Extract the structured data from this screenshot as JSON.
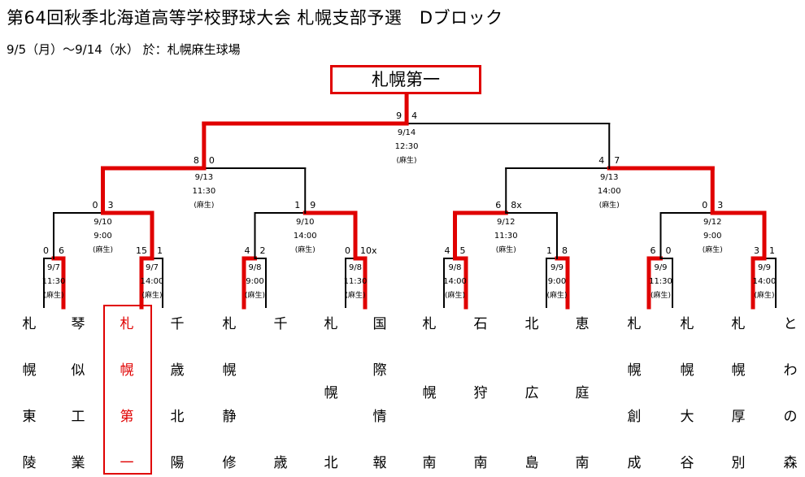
{
  "header": {
    "title": "第64回秋季北海道高等学校野球大会 札幌支部予選　Dブロック",
    "subtitle": "9/5（月）〜9/14（水） 於：札幌麻生球場"
  },
  "colors": {
    "win": "#e00000",
    "line": "#000000"
  },
  "champion": "札幌第一",
  "teams": [
    {
      "chars": [
        "札",
        "幌",
        "東",
        "陵"
      ],
      "winner": false
    },
    {
      "chars": [
        "琴",
        "似",
        "工",
        "業"
      ],
      "winner": false
    },
    {
      "chars": [
        "札",
        "幌",
        "第",
        "一"
      ],
      "winner": true
    },
    {
      "chars": [
        "千",
        "歳",
        "北",
        "陽"
      ],
      "winner": false
    },
    {
      "chars": [
        "札",
        "幌",
        "静",
        "修"
      ],
      "winner": false
    },
    {
      "chars": [
        "千",
        "歳"
      ],
      "winner": false
    },
    {
      "chars": [
        "札",
        "幌",
        "北"
      ],
      "winner": false
    },
    {
      "chars": [
        "国",
        "際",
        "情",
        "報"
      ],
      "winner": false
    },
    {
      "chars": [
        "札",
        "幌",
        "南"
      ],
      "winner": false
    },
    {
      "chars": [
        "石",
        "狩",
        "南"
      ],
      "winner": false
    },
    {
      "chars": [
        "北",
        "広",
        "島"
      ],
      "winner": false
    },
    {
      "chars": [
        "恵",
        "庭",
        "南"
      ],
      "winner": false
    },
    {
      "chars": [
        "札",
        "幌",
        "創",
        "成"
      ],
      "winner": false
    },
    {
      "chars": [
        "札",
        "幌",
        "大",
        "谷"
      ],
      "winner": false
    },
    {
      "chars": [
        "札",
        "幌",
        "厚",
        "別"
      ],
      "winner": false
    },
    {
      "chars": [
        "と",
        "わ",
        "の",
        "森"
      ],
      "winner": false
    }
  ],
  "matches": [
    {
      "id": "r1m1",
      "left": "0",
      "right": "6",
      "date": "9/7",
      "time": "11:30",
      "venue": "(麻生)",
      "winner": "right"
    },
    {
      "id": "r1m2",
      "left": "15",
      "right": "1",
      "date": "9/7",
      "time": "14:00",
      "venue": "(麻生)",
      "winner": "left"
    },
    {
      "id": "r1m3",
      "left": "4",
      "right": "2",
      "date": "9/8",
      "time": "9:00",
      "venue": "(麻生)",
      "winner": "left"
    },
    {
      "id": "r1m4",
      "left": "0",
      "right": "10x",
      "date": "9/8",
      "time": "11:30",
      "venue": "(麻生)",
      "winner": "right"
    },
    {
      "id": "r1m5",
      "left": "4",
      "right": "5",
      "date": "9/8",
      "time": "14:00",
      "venue": "(麻生)",
      "winner": "right"
    },
    {
      "id": "r1m6",
      "left": "1",
      "right": "8",
      "date": "9/9",
      "time": "9:00",
      "venue": "(麻生)",
      "winner": "right"
    },
    {
      "id": "r1m7",
      "left": "6",
      "right": "0",
      "date": "9/9",
      "time": "11:30",
      "venue": "(麻生)",
      "winner": "left"
    },
    {
      "id": "r1m8",
      "left": "3",
      "right": "1",
      "date": "9/9",
      "time": "14:00",
      "venue": "(麻生)",
      "winner": "left"
    },
    {
      "id": "r2m1",
      "left": "0",
      "right": "3",
      "date": "9/10",
      "time": "9:00",
      "venue": "(麻生)",
      "winner": "right"
    },
    {
      "id": "r2m2",
      "left": "1",
      "right": "9",
      "date": "9/10",
      "time": "14:00",
      "venue": "(麻生)",
      "winner": "right"
    },
    {
      "id": "r2m3",
      "left": "6",
      "right": "8x",
      "date": "9/12",
      "time": "11:30",
      "venue": "(麻生)",
      "winner": "left"
    },
    {
      "id": "r2m4",
      "left": "0",
      "right": "3",
      "date": "9/12",
      "time": "9:00",
      "venue": "(麻生)",
      "winner": "right"
    },
    {
      "id": "r3m1",
      "left": "8",
      "right": "0",
      "date": "9/13",
      "time": "11:30",
      "venue": "(麻生)",
      "winner": "left"
    },
    {
      "id": "r3m2",
      "left": "4",
      "right": "7",
      "date": "9/13",
      "time": "14:00",
      "venue": "(麻生)",
      "winner": "right"
    },
    {
      "id": "final",
      "left": "9",
      "right": "4",
      "date": "9/14",
      "time": "12:30",
      "venue": "(麻生)",
      "winner": "left"
    }
  ]
}
